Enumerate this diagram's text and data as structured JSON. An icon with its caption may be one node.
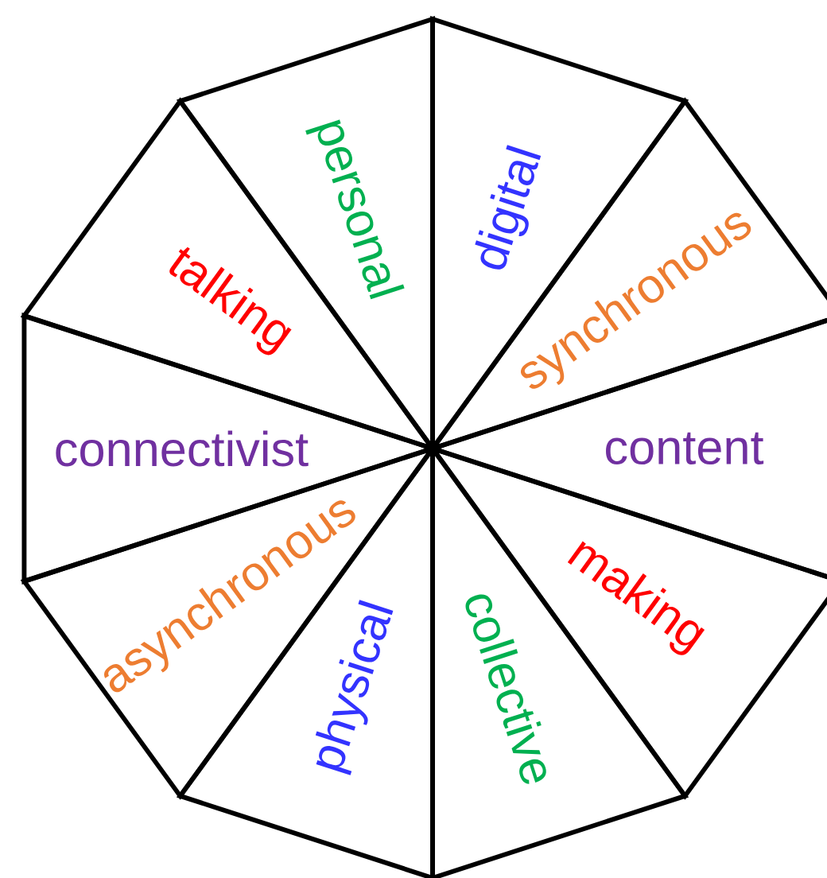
{
  "diagram": {
    "nodes": [
      {
        "text": [
          "personal"
        ]
      },
      {
        "text": [
          "digital"
        ]
      },
      {
        "text": [
          "synchronous"
        ]
      },
      {
        "text": [
          "content"
        ]
      },
      {
        "text": [
          "making"
        ]
      },
      {
        "text": [
          "collective"
        ]
      },
      {
        "text": [
          "physical"
        ]
      },
      {
        "text": [
          "asynchronous"
        ]
      },
      {
        "text": [
          "connectivist"
        ]
      },
      {
        "text": [
          "talking"
        ]
      }
    ]
  }
}
